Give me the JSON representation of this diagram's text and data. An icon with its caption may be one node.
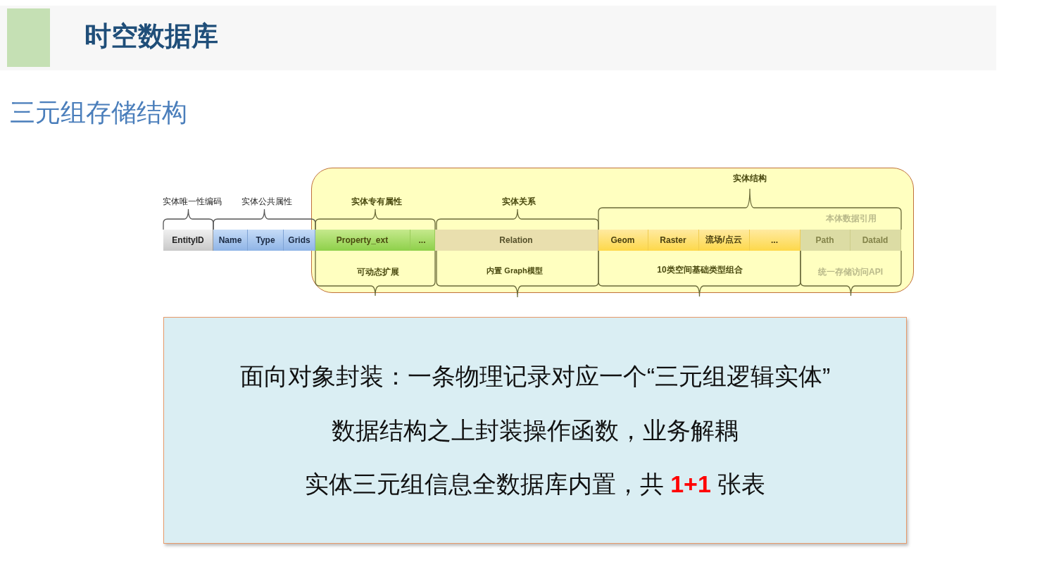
{
  "diagram": {
    "title": "时空数据库",
    "nodes": [
      {
        "text": [
          "实体结构"
        ]
      },
      {
        "text": [
          "EntityID"
        ]
      },
      {
        "text": [
          "Name"
        ]
      },
      {
        "text": [
          "Type"
        ]
      },
      {
        "text": [
          "Grids"
        ]
      },
      {
        "text": [
          "Property_ext"
        ],
        "in": 0
      },
      {
        "text": [
          "..."
        ],
        "in": 0
      },
      {
        "text": [
          "Relation"
        ],
        "in": 0
      },
      {
        "text": [
          "Geom"
        ],
        "in": 0
      },
      {
        "text": [
          "Raster"
        ],
        "in": 0
      },
      {
        "text": [
          "流场/点云"
        ],
        "in": 0
      },
      {
        "text": [
          "..."
        ],
        "in": 0
      },
      {
        "text": [
          "Path"
        ],
        "in": 0
      },
      {
        "text": [
          "DataId"
        ],
        "in": 0
      },
      {
        "text": [
          "面向对象封装：一条物理记录对应一个“三元组逻辑实体”",
          "数据结构之上封装操作函数，业务解耦",
          "实体三元组信息全数据库内置，共 **1+1** 张表"
        ]
      }
    ],
    "labels": [
      "三元组存储结构",
      "实体唯一性编码",
      "实体公共属性",
      "实体专有属性",
      "实体关系",
      "本体数据引用",
      "可动态扩展",
      "内置 Graph模型",
      "10类空间基础类型组合",
      "统一存储访问API"
    ]
  }
}
